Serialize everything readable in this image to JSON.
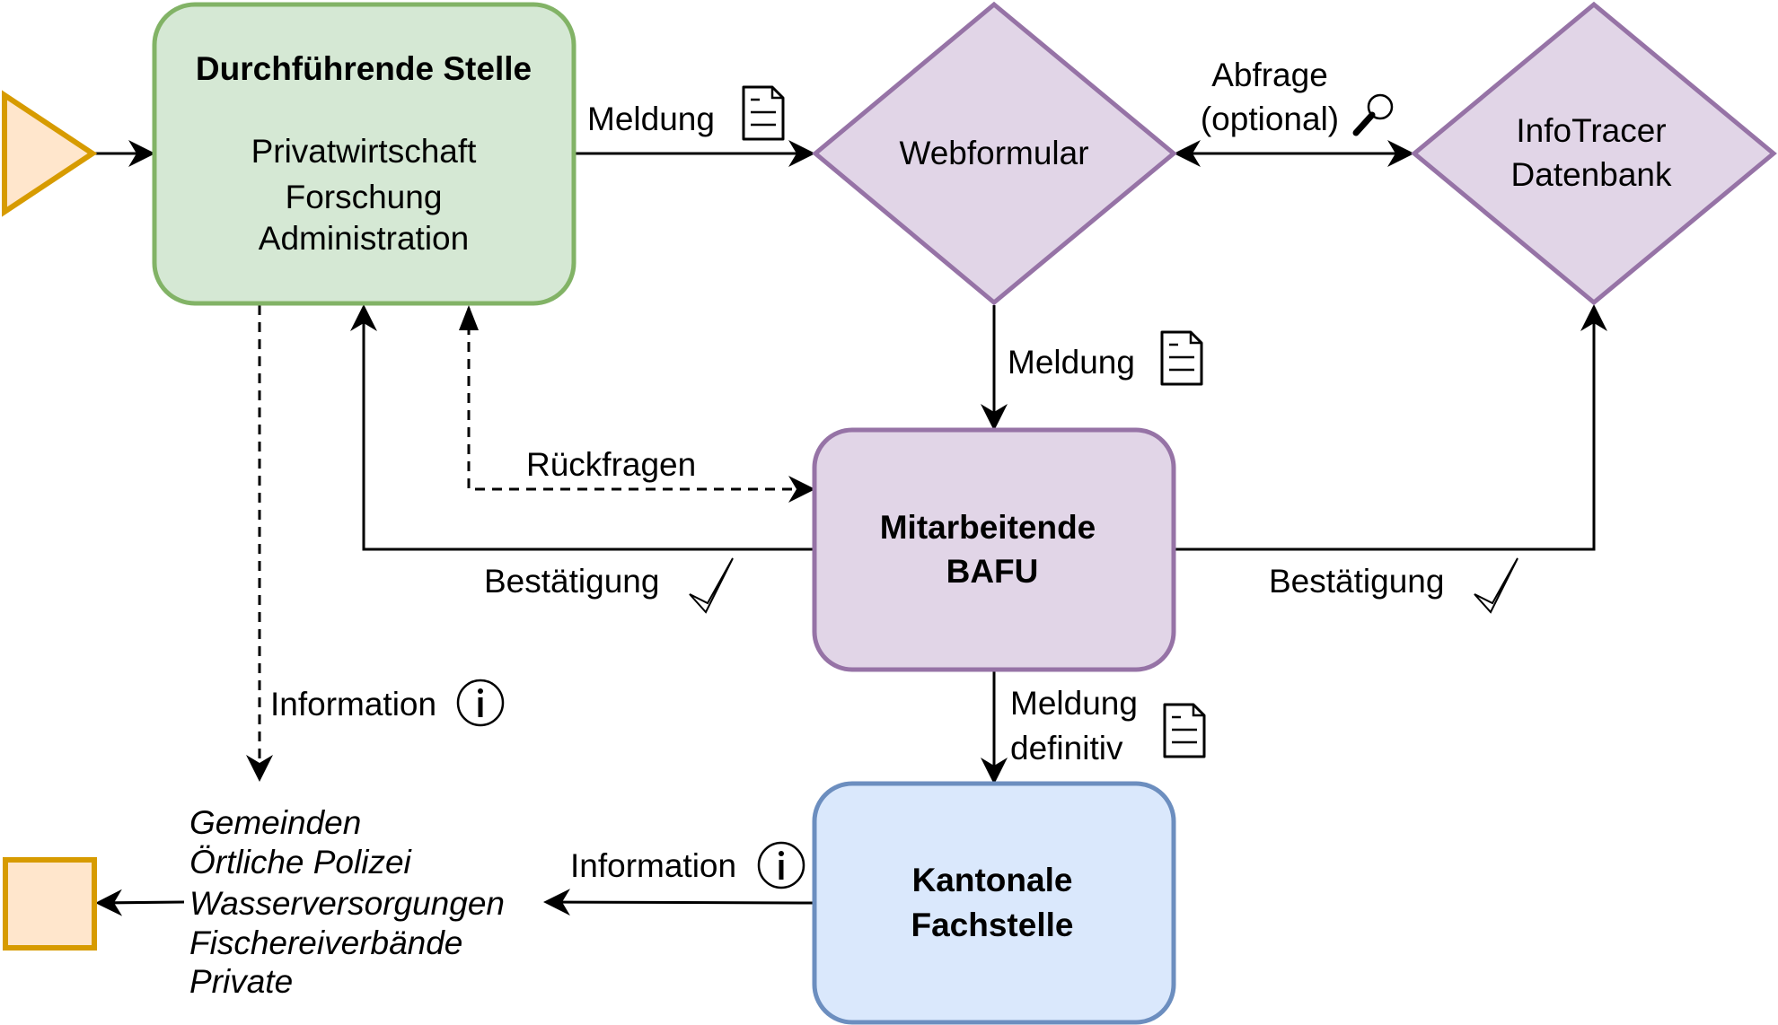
{
  "diagram": {
    "colors": {
      "start_end_fill": "#ffe6cc",
      "start_end_stroke": "#d79b00",
      "green_fill": "#d5e8d4",
      "green_stroke": "#82b366",
      "purple_fill": "#e1d5e7",
      "purple_stroke": "#9673a6",
      "blue_fill": "#dae8fc",
      "blue_stroke": "#6c8ebf"
    },
    "nodes": {
      "start": {
        "shape": "triangle"
      },
      "end": {
        "shape": "square"
      },
      "durchfuehrende_stelle": {
        "title": "Durchführende Stelle",
        "lines": [
          "Privatwirtschaft",
          "Forschung",
          "Administration"
        ]
      },
      "webformular": {
        "label": "Webformular"
      },
      "infotracer": {
        "lines": [
          "InfoTracer",
          "Datenbank"
        ]
      },
      "bafu": {
        "lines": [
          "Mitarbeitende",
          "BAFU"
        ]
      },
      "kantonale": {
        "lines": [
          "Kantonale",
          "Fachstelle"
        ]
      },
      "recipients": {
        "lines": [
          "Gemeinden",
          "Örtliche Polizei",
          "Wasserversorgungen",
          "Fischereiverbände",
          "Private"
        ]
      }
    },
    "edges": {
      "start_to_stelle": {
        "label": ""
      },
      "stelle_to_webformular": {
        "label": "Meldung",
        "icon": "document-icon"
      },
      "webformular_infotracer": {
        "lines": [
          "Abfrage",
          "(optional)"
        ],
        "icon": "magnifier-icon"
      },
      "webformular_to_bafu": {
        "label": "Meldung",
        "icon": "document-icon"
      },
      "bafu_rueckfragen": {
        "label": "Rückfragen"
      },
      "bafu_to_stelle": {
        "label": "Bestätigung",
        "icon": "checkmark-icon"
      },
      "bafu_to_infotracer": {
        "label": "Bestätigung",
        "icon": "checkmark-icon"
      },
      "stelle_to_recipients": {
        "label": "Information",
        "icon": "info-icon"
      },
      "bafu_to_kantonale": {
        "lines": [
          "Meldung",
          "definitiv"
        ],
        "icon": "document-icon"
      },
      "kantonale_to_recipients": {
        "label": "Information",
        "icon": "info-icon"
      },
      "recipients_to_end": {
        "label": ""
      }
    }
  }
}
